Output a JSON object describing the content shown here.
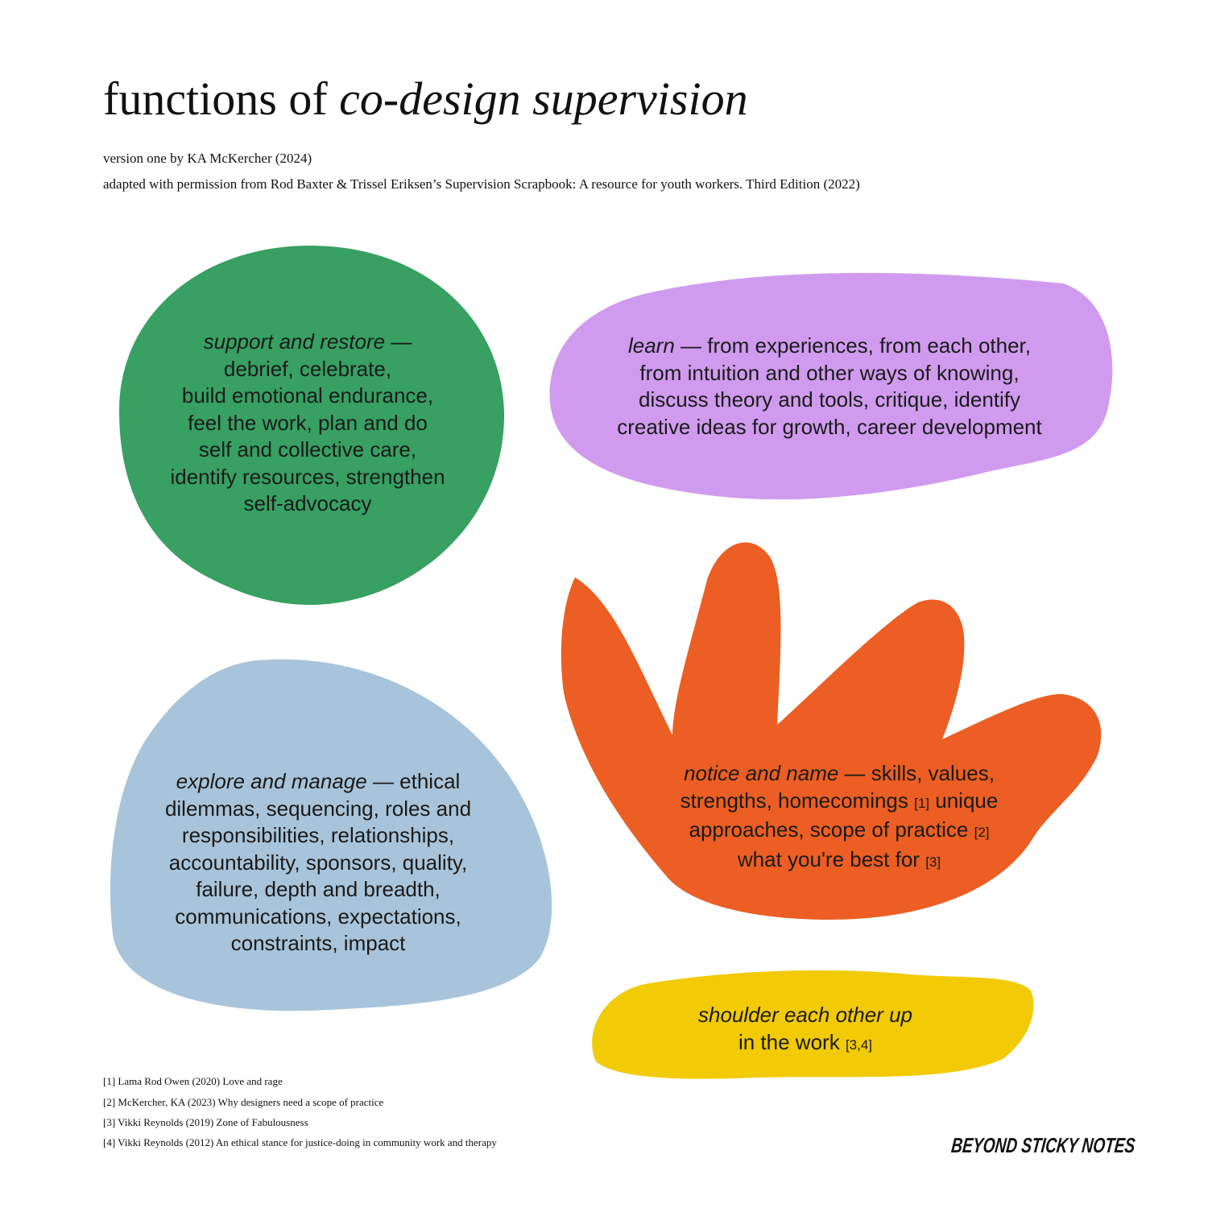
{
  "header": {
    "title_plain": "functions of",
    "title_italic": "co-design supervision",
    "version": "version one by KA McKercher (2024)",
    "adapted": "adapted with permission from Rod Baxter & Trissel Eriksen’s Supervision Scrapbook: A resource for youth workers. Third Edition (2022)"
  },
  "functions": {
    "support": {
      "lead": "support and restore",
      "dash": " —",
      "lines": [
        "debrief, celebrate,",
        "build emotional endurance,",
        "feel the work, plan and do",
        "self and collective care,",
        "identify resources, strengthen",
        "self-advocacy"
      ],
      "color": "#37a062"
    },
    "learn": {
      "lead": "learn",
      "line1_rest": " — from experiences, from each other,",
      "lines": [
        "from intuition and other ways of knowing,",
        "discuss theory and tools, critique, identify",
        "creative ideas for growth, career development"
      ],
      "color": "#d09bef"
    },
    "notice": {
      "lead": "notice and name",
      "line1_rest": " — skills, values,",
      "line2": "strengths, homecomings",
      "ref1": "[1]",
      "line2_rest": " unique",
      "line3": "approaches, scope of practice",
      "ref2": "[2]",
      "line4": "what you're best for",
      "ref3": "[3]",
      "color": "#ec5e23"
    },
    "explore": {
      "lead": "explore and manage",
      "line1_rest": " —  ethical",
      "lines": [
        "dilemmas, sequencing, roles and",
        "responsibilities, relationships,",
        "accountability, sponsors, quality,",
        "failure, depth and breadth,",
        "communications, expectations,",
        "constraints, impact"
      ],
      "color": "#a8c4da"
    },
    "shoulder": {
      "lead": "shoulder each other up",
      "line2": "in the work",
      "ref": "[3,4]",
      "color": "#f2ca06"
    }
  },
  "footnotes": [
    "[1] Lama Rod Owen (2020) Love and rage",
    "[2] McKercher, KA (2023) Why designers need a scope of practice",
    "[3] Vikki Reynolds (2019) Zone of Fabulousness",
    "[4] Vikki Reynolds (2012) An ethical stance for justice-doing in community work and therapy"
  ],
  "brand": "BEYOND STICKY NOTES"
}
